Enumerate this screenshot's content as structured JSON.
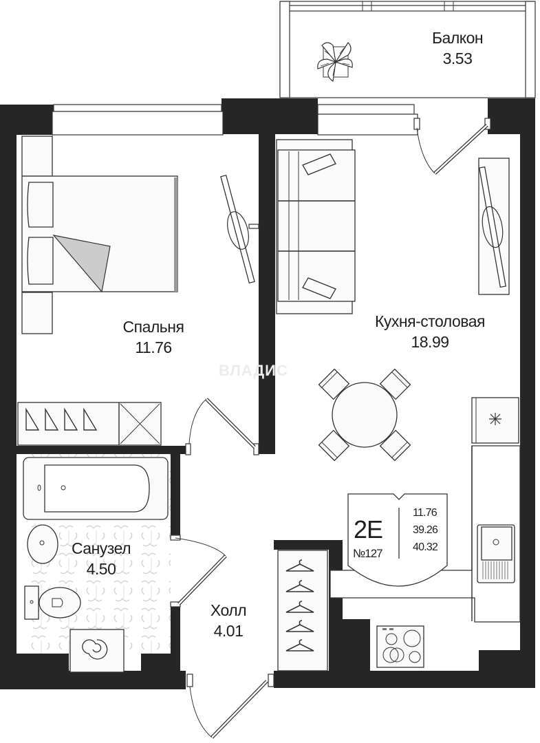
{
  "plan": {
    "type": "apartment floor plan",
    "watermark": "ВЛАДИС",
    "rooms": [
      {
        "id": "balcony",
        "name": "Балкон",
        "area": "3.53"
      },
      {
        "id": "bedroom",
        "name": "Спальня",
        "area": "11.76"
      },
      {
        "id": "kitchen",
        "name": "Кухня-столовая",
        "area": "18.99"
      },
      {
        "id": "bathroom",
        "name": "Санузел",
        "area": "4.50"
      },
      {
        "id": "hall",
        "name": "Холл",
        "area": "4.01"
      }
    ],
    "badge": {
      "type_code": "2E",
      "number": "№127",
      "living_area": "11.76",
      "total_area_no_balcony": "39.26",
      "total_area": "40.32"
    },
    "colors": {
      "wall": "#262626",
      "background": "#ffffff",
      "tile_pattern": "#cfcfcf",
      "accent_gray": "#cccccc"
    }
  }
}
